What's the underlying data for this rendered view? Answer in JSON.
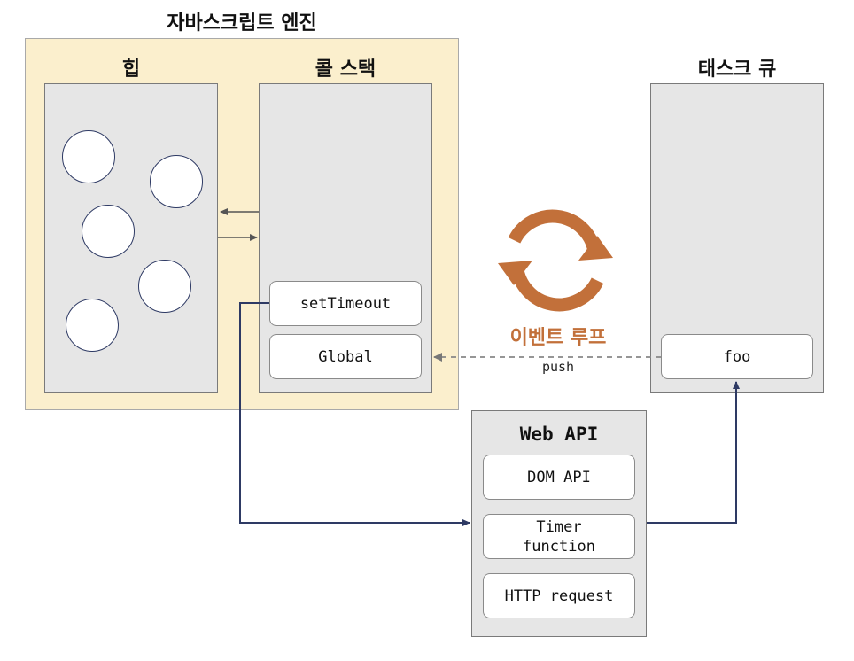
{
  "engine": {
    "title": "자바스크립트 엔진"
  },
  "heap": {
    "title": "힙"
  },
  "call_stack": {
    "title": "콜 스택",
    "frames": [
      "setTimeout",
      "Global"
    ]
  },
  "task_queue": {
    "title": "태스크 큐",
    "items": [
      "foo"
    ]
  },
  "event_loop": {
    "label": "이벤트 루프",
    "push_label": "push",
    "color": "#c2703a"
  },
  "web_api": {
    "title": "Web API",
    "items": [
      "DOM API",
      "Timer\nfunction",
      "HTTP request"
    ]
  },
  "colors": {
    "engine_bg": "#fbefcd",
    "panel_bg": "#e6e6e6",
    "flow_line": "#2e3a64"
  }
}
